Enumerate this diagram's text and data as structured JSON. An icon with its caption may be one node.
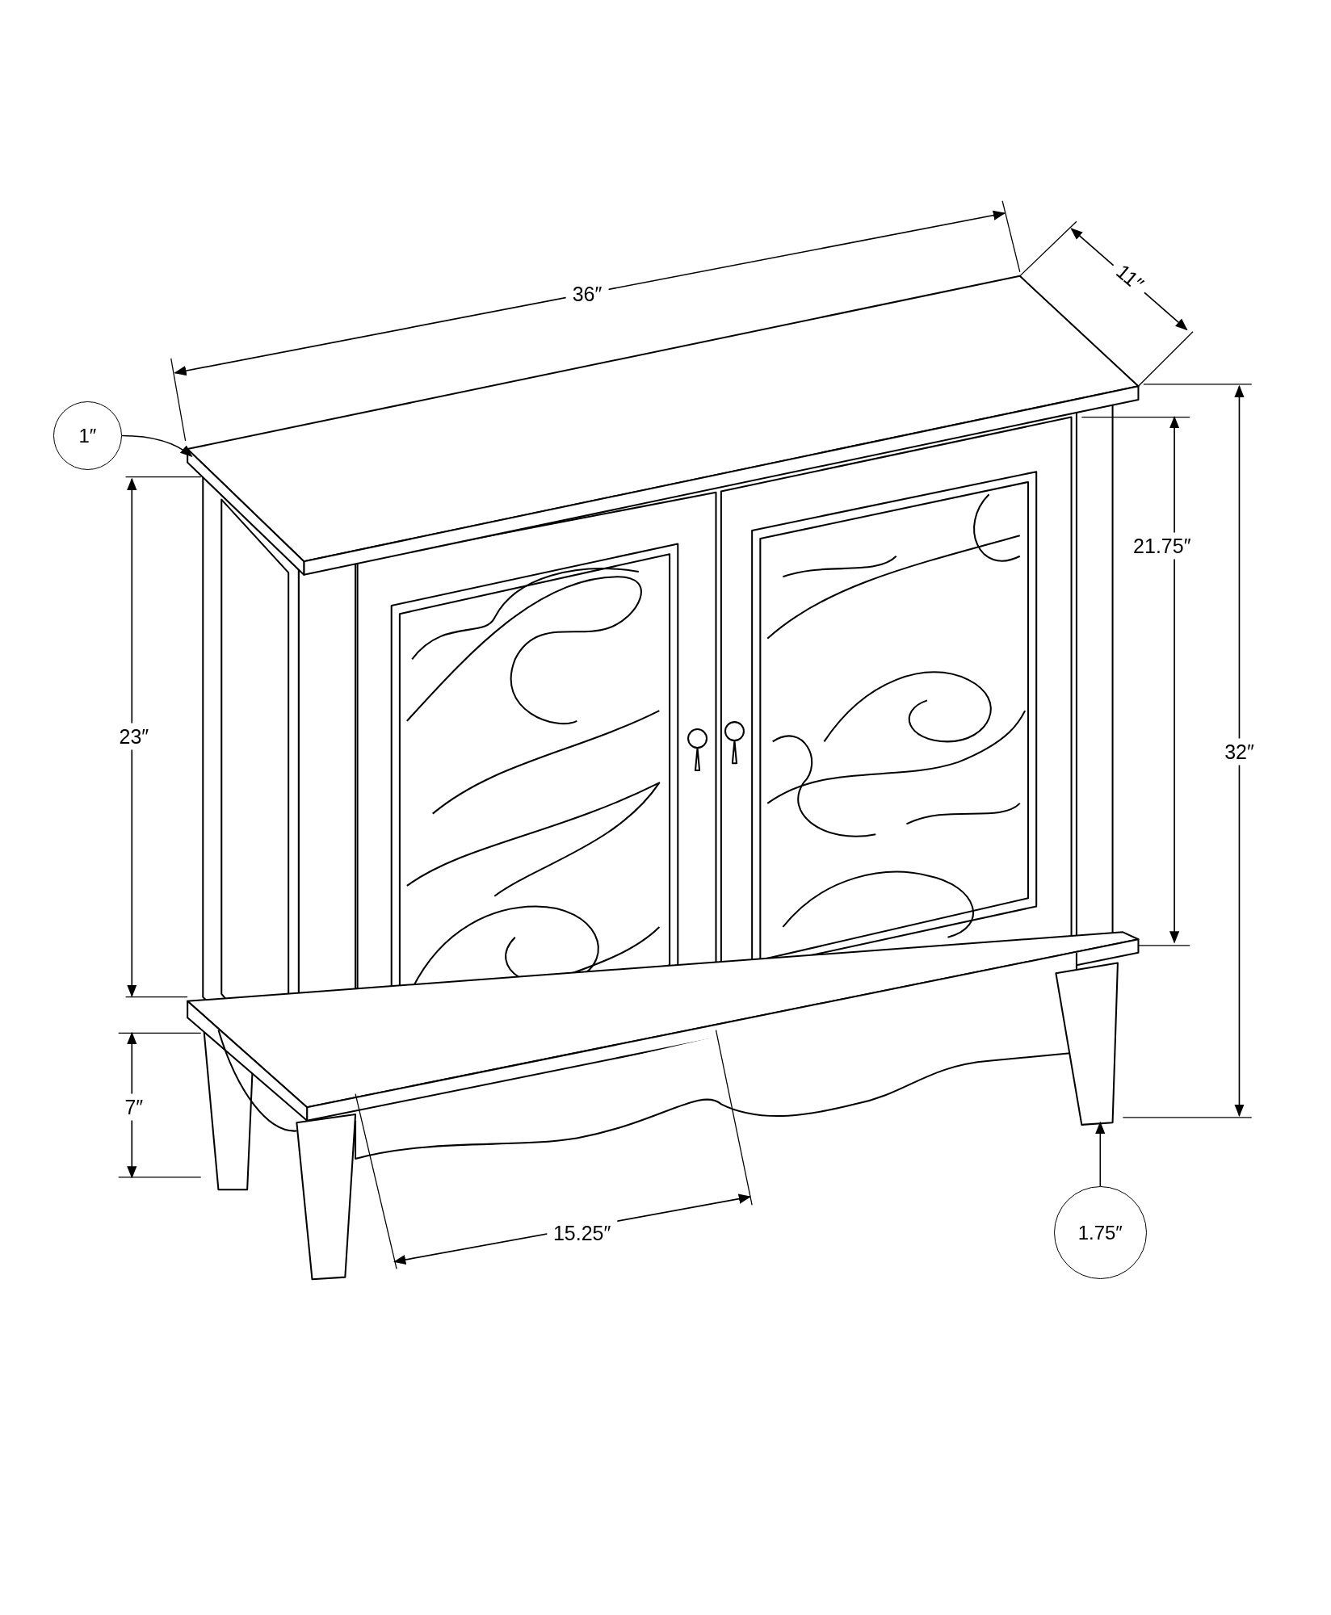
{
  "diagram": {
    "nodes": [
      {
        "text": [
          "1″"
        ]
      },
      {
        "text": [
          "1.75″"
        ]
      }
    ],
    "edges": [
      {
        "from": 0,
        "to": null,
        "arrow": "to"
      },
      {
        "from": 1,
        "to": null,
        "arrow": "to"
      }
    ],
    "labels": [
      "36″",
      "11″",
      "21.75″",
      "23″",
      "32″",
      "7″",
      "15.25″"
    ]
  }
}
